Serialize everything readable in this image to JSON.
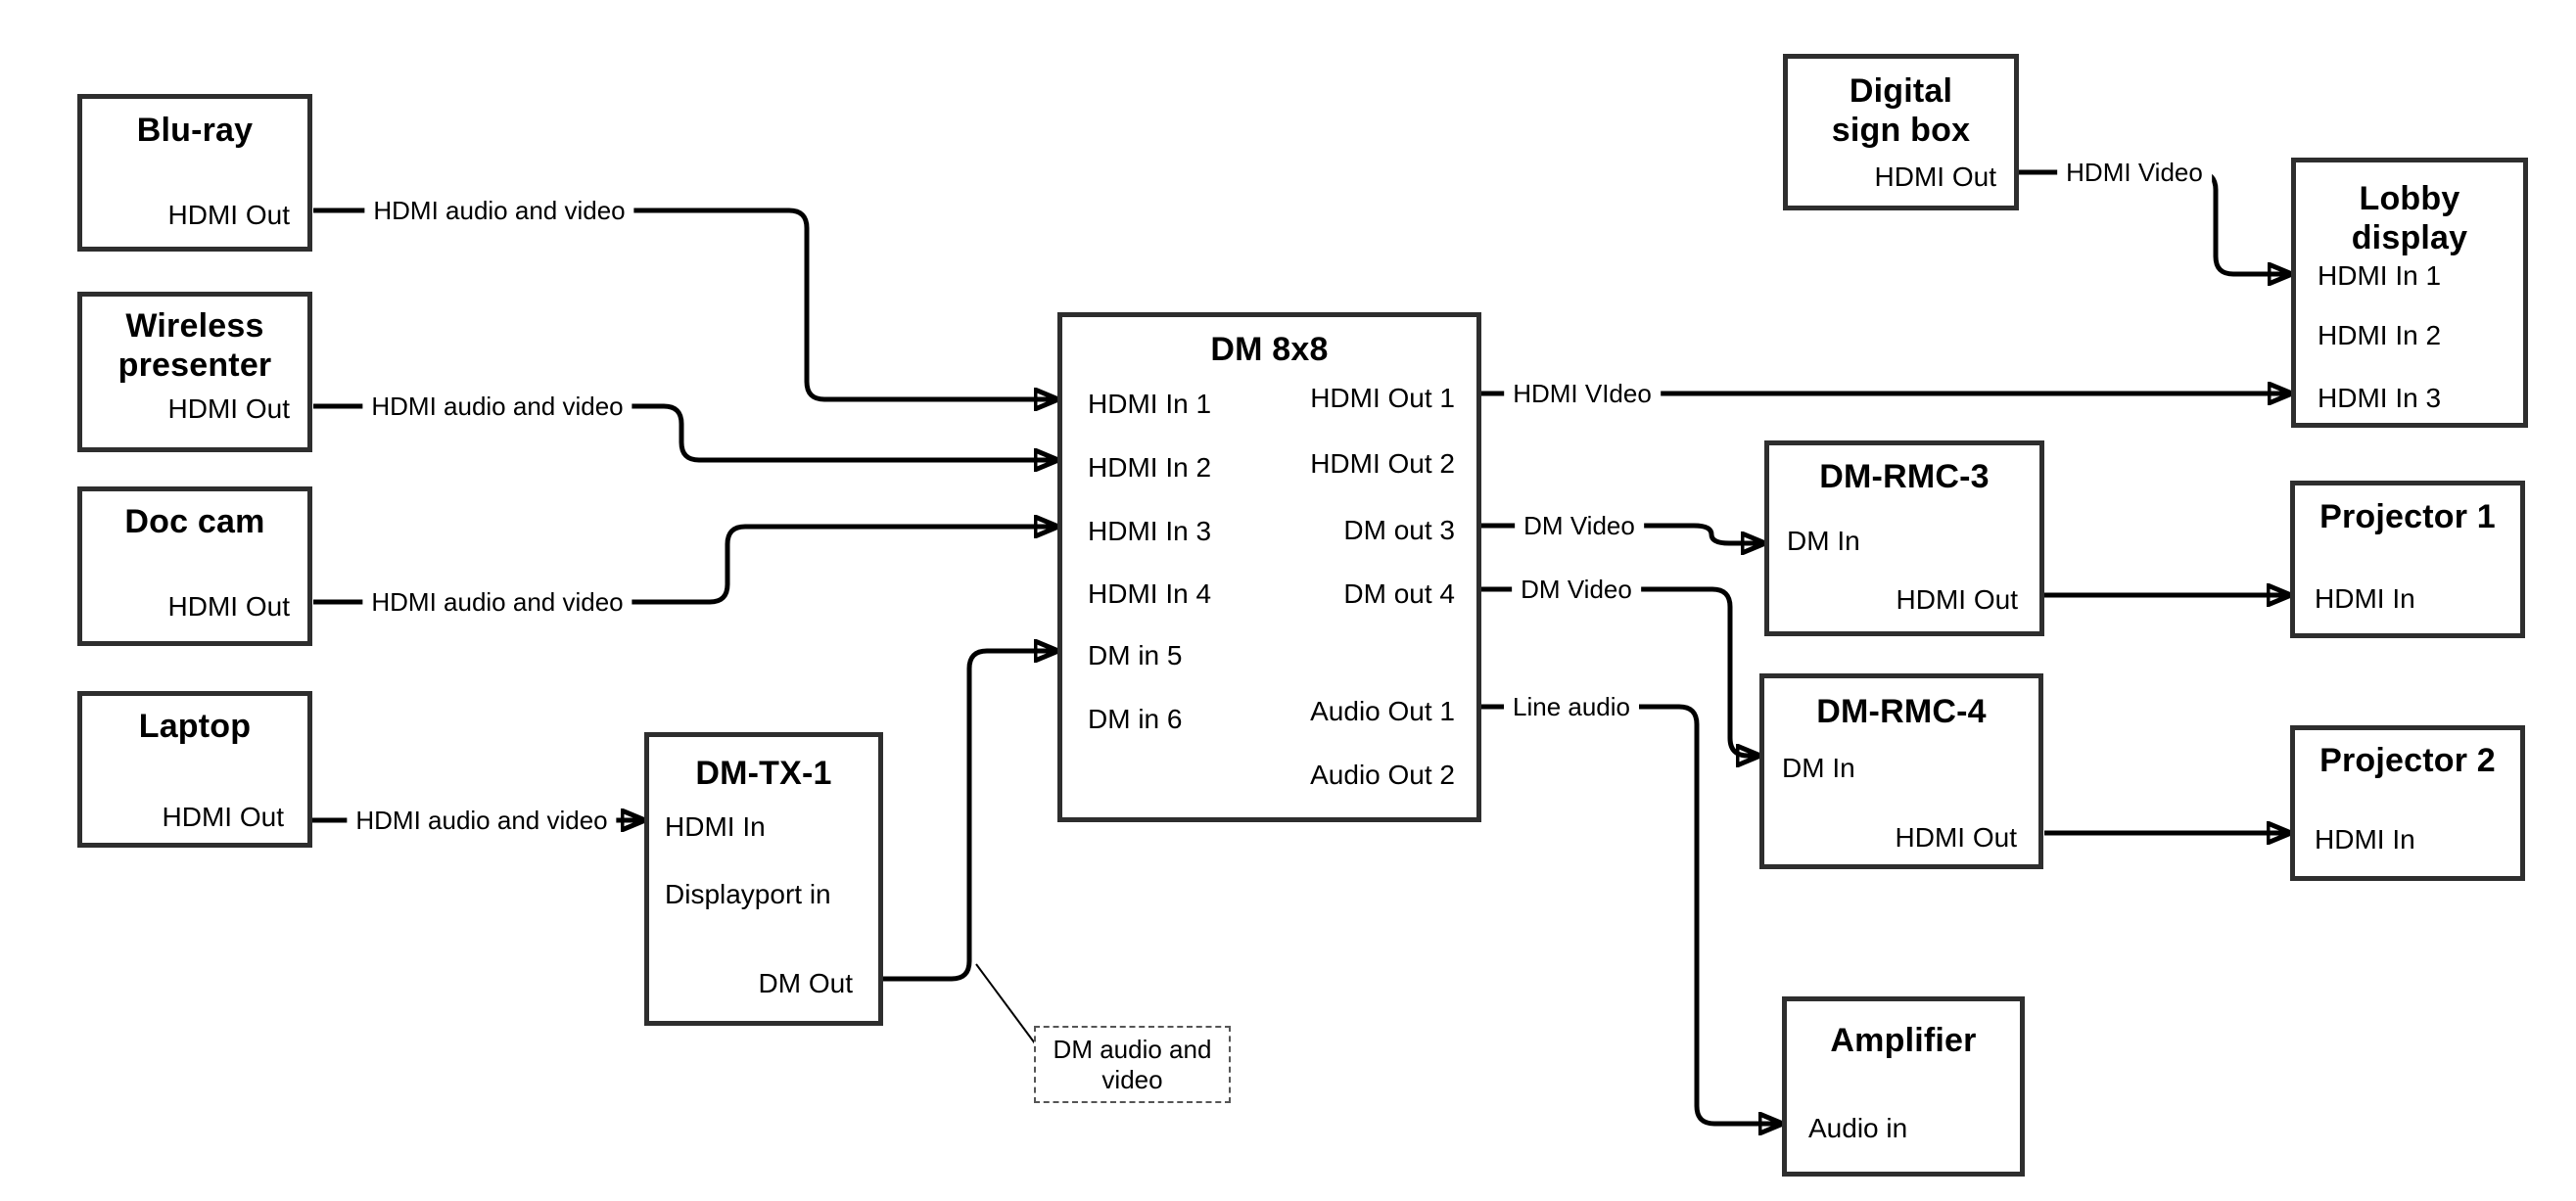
{
  "colors": {
    "line": "#000000",
    "box_border": "#2e2e2e",
    "text": "#000000",
    "background": "#ffffff"
  },
  "boxes": {
    "bluray": {
      "title": "Blu-ray",
      "port_out": "HDMI Out"
    },
    "wireless": {
      "title": "Wireless presenter",
      "port_out": "HDMI Out"
    },
    "doccam": {
      "title": "Doc cam",
      "port_out": "HDMI Out"
    },
    "laptop": {
      "title": "Laptop",
      "port_out": "HDMI Out"
    },
    "dmtx1": {
      "title": "DM-TX-1",
      "port_hdmi_in": "HDMI In",
      "port_dp_in": "Displayport in",
      "port_dm_out": "DM Out"
    },
    "dm8x8": {
      "title": "DM 8x8",
      "inputs": [
        "HDMI In 1",
        "HDMI In 2",
        "HDMI In 3",
        "HDMI In 4",
        "DM in 5",
        "DM in 6"
      ],
      "outputs": [
        "HDMI Out 1",
        "HDMI Out 2",
        "DM out 3",
        "DM out 4",
        "Audio Out 1",
        "Audio Out 2"
      ]
    },
    "digisign": {
      "title": "Digital sign box",
      "port_out": "HDMI Out"
    },
    "lobby": {
      "title": "Lobby display",
      "inputs": [
        "HDMI In 1",
        "HDMI In 2",
        "HDMI In 3"
      ]
    },
    "dmrmc3": {
      "title": "DM-RMC-3",
      "port_in": "DM In",
      "port_out": "HDMI Out"
    },
    "proj1": {
      "title": "Projector 1",
      "port_in": "HDMI In"
    },
    "dmrmc4": {
      "title": "DM-RMC-4",
      "port_in": "DM In",
      "port_out": "HDMI Out"
    },
    "proj2": {
      "title": "Projector 2",
      "port_in": "HDMI In"
    },
    "amp": {
      "title": "Amplifier",
      "port_in": "Audio in"
    }
  },
  "edge_labels": {
    "bluray_dm": "HDMI audio and video",
    "wireless_dm": "HDMI audio and video",
    "doccam_dm": "HDMI audio and video",
    "laptop_tx": "HDMI audio and video",
    "hdmi_out1": "HDMI VIdeo",
    "dm_out3": "DM Video",
    "dm_out4": "DM Video",
    "audio_out1": "Line audio",
    "digisign_lobby": "HDMI Video"
  },
  "annotation": {
    "text": "DM audio and video"
  }
}
